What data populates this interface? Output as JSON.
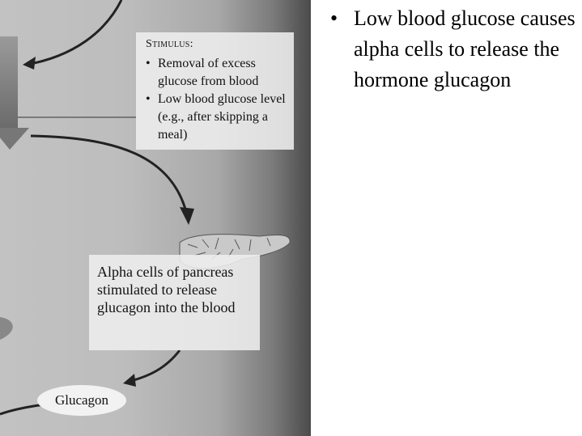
{
  "figure": {
    "stimulus": {
      "title": "Stimulus:",
      "items": [
        "Removal of excess glucose from blood",
        "Low blood glucose level (e.g., after skipping a meal)"
      ]
    },
    "alpha_box": "Alpha cells of pancreas stimulated to release glucagon into the blood",
    "glucagon_label": "Glucagon"
  },
  "bullets": [
    {
      "bullet": "•",
      "text": "Low blood glucose causes alpha cells to release the hormone glucagon"
    }
  ]
}
